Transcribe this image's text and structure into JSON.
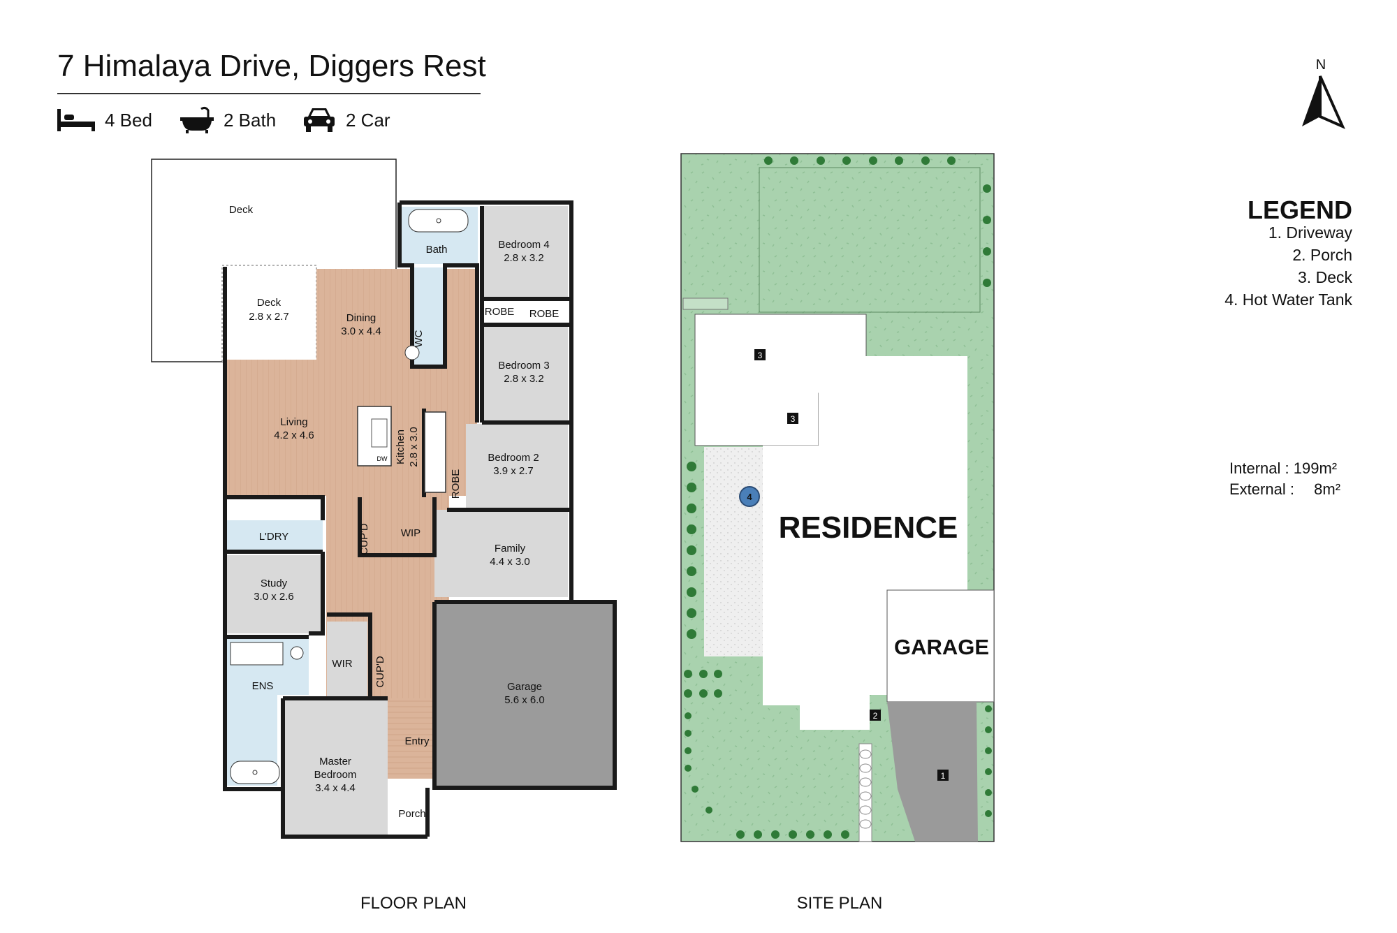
{
  "header": {
    "address": "7 Himalaya Drive, Diggers Rest",
    "features": [
      {
        "icon": "bed-icon",
        "label": "4 Bed"
      },
      {
        "icon": "bath-icon",
        "label": "2 Bath"
      },
      {
        "icon": "car-icon",
        "label": "2 Car"
      }
    ]
  },
  "compass": {
    "label": "N"
  },
  "legend": {
    "title": "LEGEND",
    "items": [
      "1. Driveway",
      "2. Porch",
      "3. Deck",
      "4. Hot Water Tank"
    ]
  },
  "areas": {
    "internal_label": "Internal",
    "internal_value": ": 199m²",
    "external_label": "External :",
    "external_value": "8m²"
  },
  "floor_plan": {
    "caption": "FLOOR PLAN",
    "rooms": {
      "deck_large": "Deck",
      "deck_small": "Deck",
      "deck_small_dim": "2.8 x 2.7",
      "dining": "Dining",
      "dining_dim": "3.0 x 4.4",
      "bath": "Bath",
      "wc": "WC",
      "bedroom4": "Bedroom 4",
      "bedroom4_dim": "2.8 x 3.2",
      "robe_a": "ROBE",
      "robe_b": "ROBE",
      "bedroom3": "Bedroom 3",
      "bedroom3_dim": "2.8 x 3.2",
      "living": "Living",
      "living_dim": "4.2 x 4.6",
      "kitchen": "Kitchen",
      "kitchen_dim": "2.8 x 3.0",
      "dw": "DW",
      "robe_c": "ROBE",
      "bedroom2": "Bedroom 2",
      "bedroom2_dim": "3.9 x 2.7",
      "laundry": "L'DRY",
      "cupd_a": "CUP'D",
      "wip": "WIP",
      "family": "Family",
      "family_dim": "4.4 x 3.0",
      "study": "Study",
      "study_dim": "3.0 x 2.6",
      "wir": "WIR",
      "cupd_b": "CUP'D",
      "ens": "ENS",
      "garage": "Garage",
      "garage_dim": "5.6 x 6.0",
      "entry": "Entry",
      "master": "Master",
      "master2": "Bedroom",
      "master_dim": "3.4 x 4.4",
      "porch": "Porch"
    }
  },
  "site_plan": {
    "caption": "SITE PLAN",
    "residence": "RESIDENCE",
    "garage": "GARAGE",
    "markers": [
      "3",
      "3",
      "4",
      "2",
      "1"
    ]
  },
  "colors": {
    "timber": "#dbb49a",
    "carpet": "#d9d9d9",
    "tile": "#d6e8f2",
    "lawn": "#a9d2ae",
    "driveway": "#9a9a9a",
    "wall": "#1a1a1a"
  }
}
